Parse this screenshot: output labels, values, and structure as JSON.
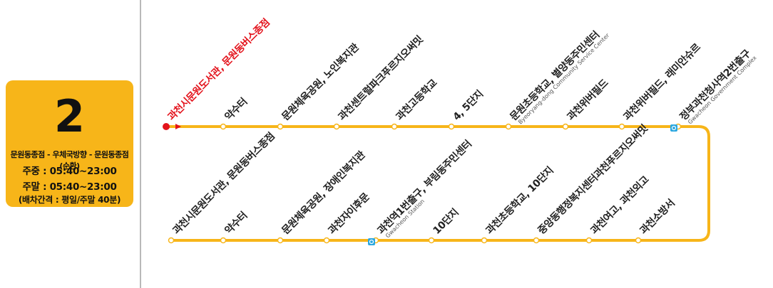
{
  "route": {
    "number": "2",
    "path": "문원동종점 - 우체국방향 - 문원동종점(순환)",
    "weekday": "주중 : 05:40~23:00",
    "weekend": "주말 : 05:40~23:00",
    "interval": "(배차간격 : 평일/주말 40분)"
  },
  "colors": {
    "line": "#f7b519",
    "terminal": "#e3131c",
    "subway": "#2aa7e0",
    "card": "#f7b519"
  },
  "stops_upper": [
    {
      "label": "과천시문원도서관, 문원동버스종점",
      "terminal": true
    },
    {
      "label": "약수터"
    },
    {
      "label": "문원체육공원, 노인복지관"
    },
    {
      "label": "과천센트럴파크푸르지오써밋"
    },
    {
      "label": "과천고등학교"
    },
    {
      "label": "4, 5단지"
    },
    {
      "label": "문원초등학교, 별양동주민센터",
      "sub": "Byeoryang-dong Community Service Center"
    },
    {
      "label": "과천위버필드"
    },
    {
      "label": "과천위버필드, 래미안슈르"
    },
    {
      "label": "정부과천청사역2번출구",
      "sub": "Gwacheon Government Complex",
      "subway": true
    }
  ],
  "stops_lower": [
    {
      "label": "과천시문원도서관, 문원동버스종점"
    },
    {
      "label": "약수터"
    },
    {
      "label": "문원체육공원, 장애인복지관"
    },
    {
      "label": "과천자이후문"
    },
    {
      "label": "과천역1번출구, 부림동주민센터",
      "sub": "Gwacheon Station",
      "subway": true
    },
    {
      "label": "10단지"
    },
    {
      "label": "과천초등학교, 10단지"
    },
    {
      "label": "중앙동행정복지센터과천푸르지오써밋"
    },
    {
      "label": "과천여고, 과천외고"
    },
    {
      "label": "과천소방서"
    }
  ]
}
